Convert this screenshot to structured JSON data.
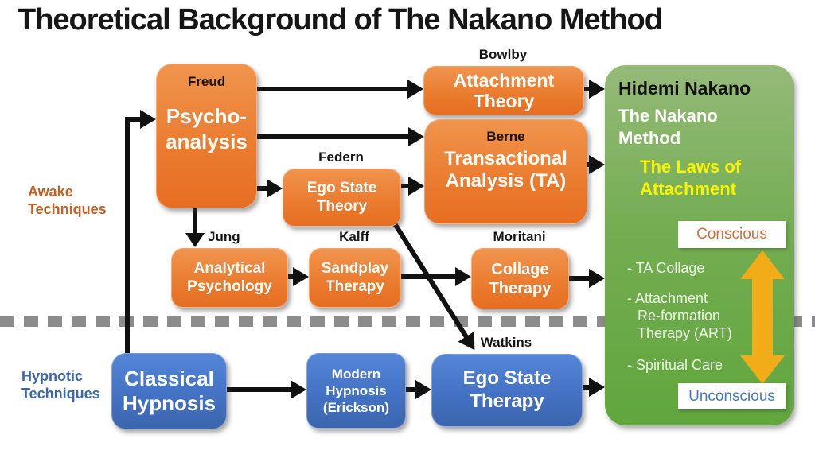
{
  "title": "Theoretical Background of The Nakano Method",
  "legend": {
    "awake": "Awake\nTechniques",
    "hypnotic": "Hypnotic\nTechniques"
  },
  "boxes": {
    "psycho": {
      "scholar": "Freud",
      "text": "Psycho-\nanalysis"
    },
    "attachment": {
      "scholar": "Bowlby",
      "text": "Attachment\nTheory"
    },
    "ta": {
      "scholar": "Berne",
      "text": "Transactional\nAnalysis (TA)"
    },
    "ego_theory": {
      "scholar": "Federn",
      "text": "Ego State\nTheory"
    },
    "analytical": {
      "scholar": "Jung",
      "text": "Analytical\nPsychology"
    },
    "sandplay": {
      "scholar": "Kalff",
      "text": "Sandplay\nTherapy"
    },
    "collage": {
      "scholar": "Moritani",
      "text": "Collage\nTherapy"
    },
    "classical": {
      "text": "Classical\nHypnosis"
    },
    "modern": {
      "text": "Modern\nHypnosis\n(Erickson)"
    },
    "ego_therapy": {
      "scholar": "Watkins",
      "text": "Ego State\nTherapy"
    }
  },
  "panel": {
    "author": "Hidemi Nakano",
    "method": "The Nakano\nMethod",
    "laws": "The Laws of\nAttachment",
    "conscious": "Conscious",
    "unconscious": "Unconscious",
    "items": [
      "- TA Collage",
      "- Attachment\nRe-formation\nTherapy (ART)",
      "- Spiritual Care"
    ]
  },
  "colors": {
    "orange_box": "#ED7D31",
    "blue_box": "#4472C4",
    "green_panel": "#6AA84F",
    "laws_yellow": "#FAF400",
    "updown_arrow_yellow": "#F2AC18",
    "conscious_text": "#D2703C",
    "unconscious_text": "#4678BE",
    "awake_label": "#C45F26",
    "hypnotic_label": "#3A67AE",
    "divider_gray": "#8C8C8C",
    "arrow_black": "#111111"
  }
}
